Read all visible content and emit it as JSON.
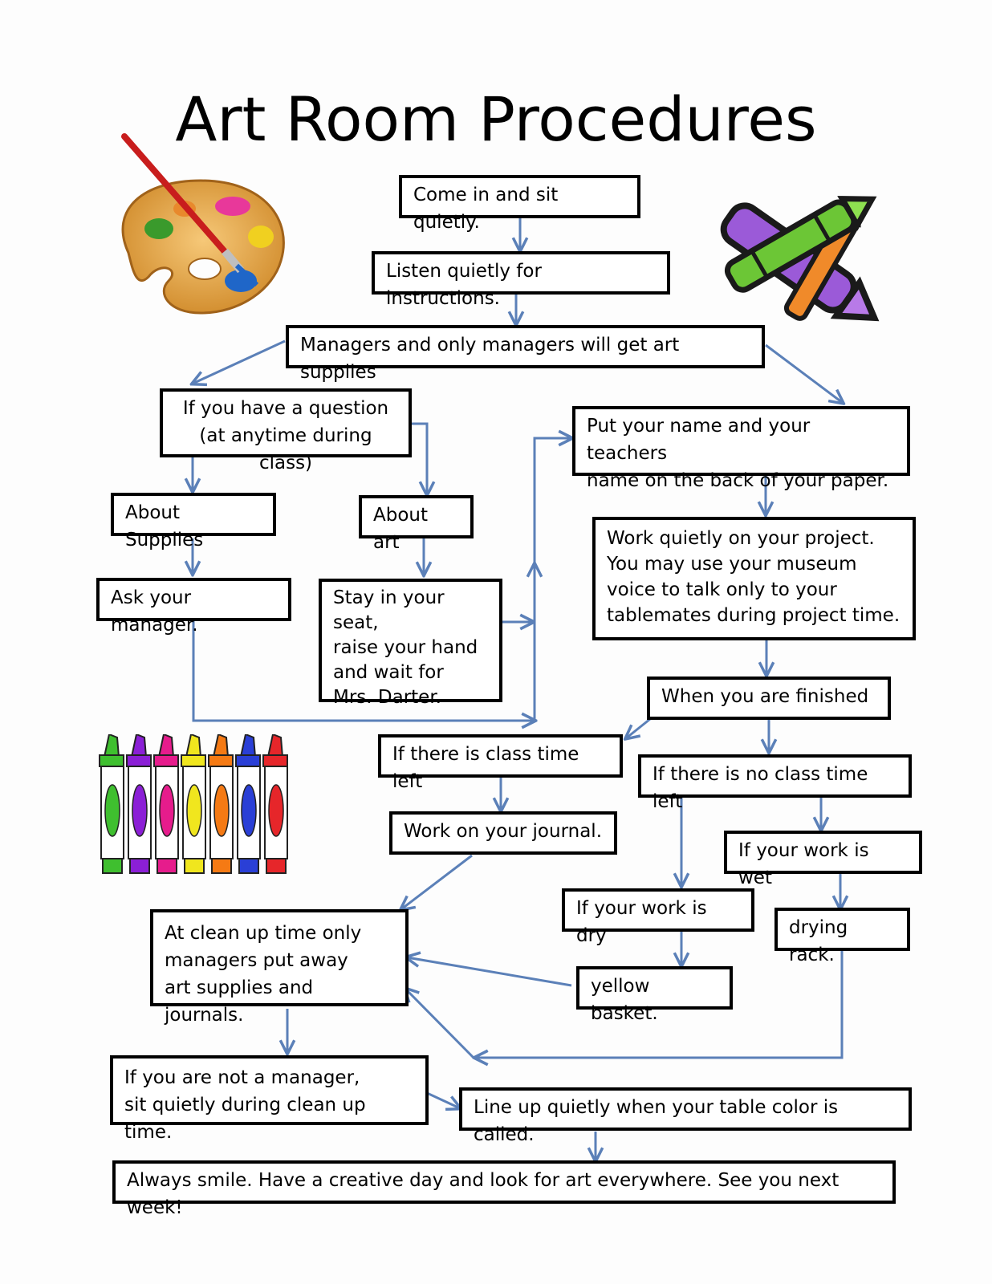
{
  "title": "Art Room Procedures",
  "boxes": {
    "come_in": "Come in and sit quietly.",
    "listen": "Listen quietly for instructions.",
    "managers_supplies": "Managers and only managers will get art supplies",
    "question": "If you have a question\n(at anytime during class)",
    "about_supplies": "About Supplies",
    "about_art": "About art",
    "ask_manager": "Ask your manager.",
    "stay_seat": "Stay in your seat,\nraise your hand\nand wait for\nMrs. Darter.",
    "put_name": "Put your name and your teachers\nname on the back of your paper.",
    "work_quietly": "Work quietly on your project.\nYou may use your museum\nvoice to talk only to your\n tablemates during project time.",
    "finished": "When you are finished",
    "time_left": "If there is class time left",
    "no_time_left": "If there is no class time left",
    "journal": "Work on your journal.",
    "work_wet": "If your work is wet",
    "work_dry": "If your work is dry",
    "drying_rack": "drying rack.",
    "yellow_basket": "yellow basket.",
    "clean_up": "At clean up time only\nmanagers put away\nart supplies and journals.",
    "not_manager": "If you are not a manager,\nsit quietly during clean up time.",
    "line_up": "Line up quietly when your table color is called.",
    "always_smile": "Always smile. Have a creative day and look for art everywhere. See you next week!"
  },
  "icons": [
    "paint-palette-icon",
    "crayons-icon",
    "markers-icon"
  ],
  "colors": {
    "arrow": "#5b80b8",
    "marker_colors": [
      "#3fbf2f",
      "#8b1fd6",
      "#e61c8c",
      "#f0e61e",
      "#f57a14",
      "#2a3fd6",
      "#e6262a"
    ]
  }
}
